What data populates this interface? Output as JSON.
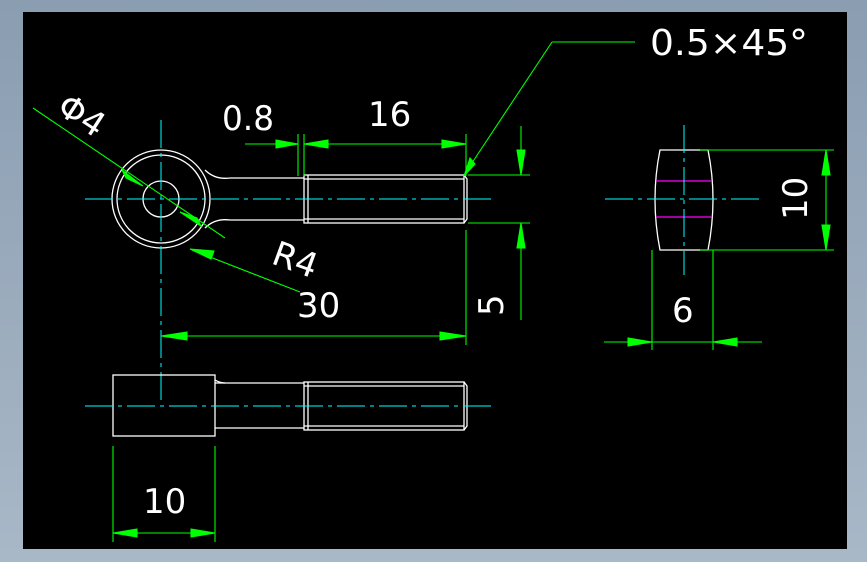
{
  "colors": {
    "background": "#000000",
    "outline": "#ffffff",
    "dimension": "#00ff00",
    "centerline": "#00ffff",
    "hidden": "#ff00ff",
    "frame": "#9fb0c2"
  },
  "dimensions": {
    "chamfer": "0.5×45°",
    "hole_diameter": "Φ4",
    "neck_length": "0.8",
    "thread_length": "16",
    "radius": "R4",
    "overall_length": "30",
    "thread_diameter": "5",
    "side_height": "10",
    "side_width": "6",
    "head_width": "10"
  }
}
